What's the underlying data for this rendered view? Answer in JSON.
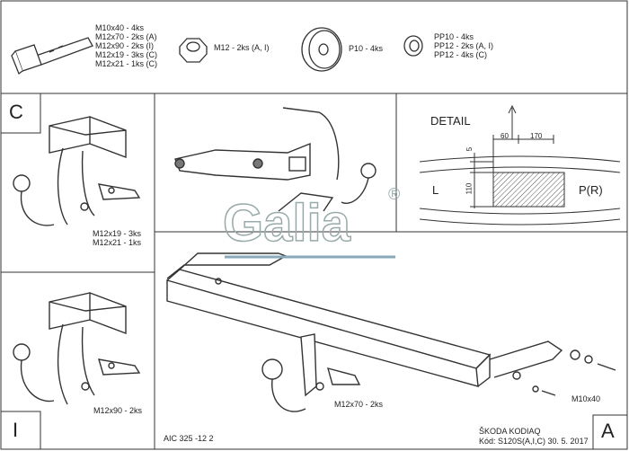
{
  "hardware": {
    "bolt_specs": [
      "M10x40 - 4ks",
      "M12x70 - 2ks (A)",
      "M12x90 - 2ks (I)",
      "M12x19 - 3ks (C)",
      "M12x21 - 1ks (C)"
    ],
    "nut_spec": "M12 - 2ks (A, I)",
    "washer_spec": "P10 - 4ks",
    "spring_washer_specs": [
      "PP10 - 4ks",
      "PP12 - 2ks (A, I)",
      "PP12 - 4ks (C)"
    ]
  },
  "panel_c": {
    "letter": "C",
    "bolts": [
      "M12x19 - 3ks",
      "M12x21 - 1ks"
    ]
  },
  "panel_i": {
    "letter": "I",
    "bolts": [
      "M12x90 - 2ks"
    ]
  },
  "detail": {
    "title": "DETAIL",
    "dim_60": "60",
    "dim_170": "170",
    "dim_5": "5",
    "dim_110": "110",
    "left_label": "L",
    "right_label": "P(R)"
  },
  "main": {
    "letter": "A",
    "bolt_a": "M12x70 - 2ks",
    "bolt_m10": "M10x40",
    "watermark": "Galia",
    "registered": "®"
  },
  "footer": {
    "drawing_code": "AIC 325 -12 2",
    "vehicle": "ŠKODA KODIAQ",
    "code_line": "Kód: S120S(A,I,C)  30. 5. 2017"
  }
}
